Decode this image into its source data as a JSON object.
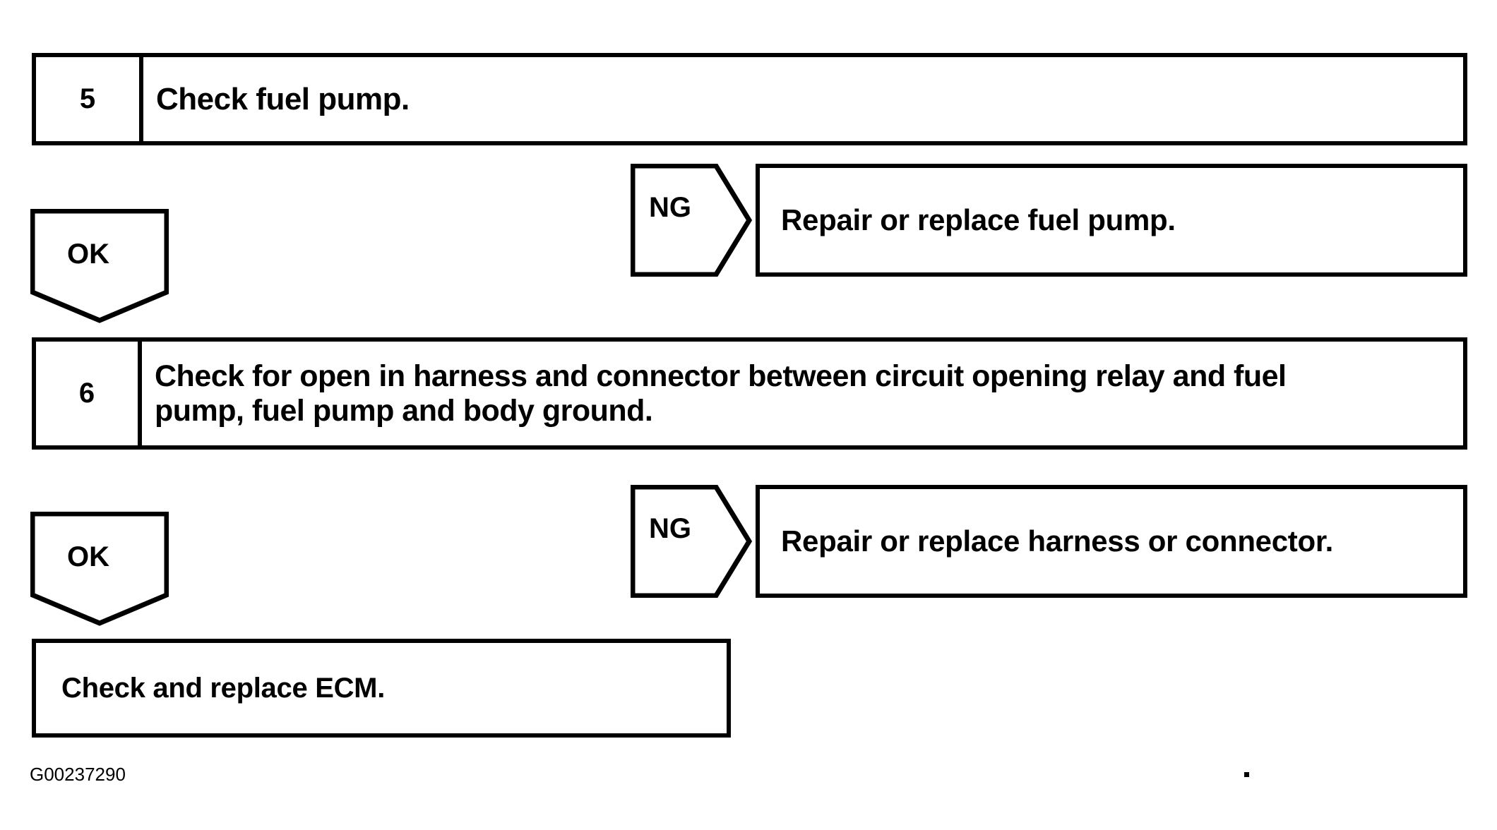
{
  "diagram": {
    "type": "troubleshooting-flowchart",
    "figure_id": "G00237290",
    "colors": {
      "ink": "#000000",
      "paper": "#ffffff"
    },
    "steps": [
      {
        "number": "5",
        "text": "Check fuel pump."
      },
      {
        "number": "6",
        "line1": "Check for open in harness and connector between circuit opening relay and fuel",
        "line2": "pump, fuel pump and body ground."
      }
    ],
    "branches": [
      {
        "ok_label": "OK",
        "ng_label": "NG",
        "ng_result": "Repair or replace fuel pump."
      },
      {
        "ok_label": "OK",
        "ng_label": "NG",
        "ng_result": "Repair or replace harness or connector."
      }
    ],
    "final": {
      "text": "Check and replace ECM."
    }
  }
}
